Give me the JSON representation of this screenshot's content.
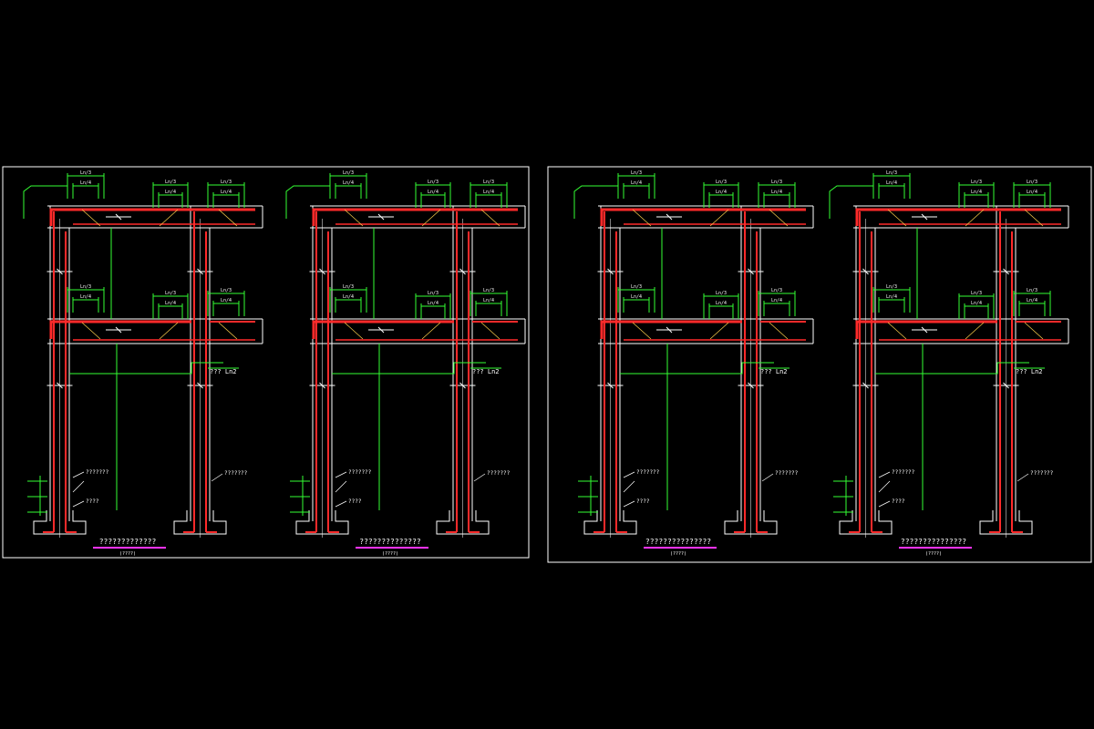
{
  "colors": {
    "background": "#000000",
    "frame": "#ffffff",
    "concrete": "#ffffff",
    "rebar": "#ff2a2a",
    "dimension": "#33ff33",
    "annotation": "#ffffff",
    "title_underline": "#ff33ff"
  },
  "sheets": [
    {
      "panels": [
        {
          "dims_top_left": [
            "Ln/3",
            "Ln/4"
          ],
          "dims_top_right_a": [
            "Ln/3",
            "Ln/4"
          ],
          "dims_top_right_b": [
            "Ln/3",
            "Ln/4"
          ],
          "dims_mid_left": [
            "Ln/3",
            "Ln/4"
          ],
          "dims_mid_right_a": [
            "Ln/3",
            "Ln/4"
          ],
          "dims_mid_right_b": [
            "Ln/3",
            "Ln/4"
          ],
          "side_label": "??? Ln2",
          "leader_a": "???????",
          "leader_b": "????",
          "title": "?????????????",
          "subtitle": "(????)"
        },
        {
          "dims_top_left": [
            "Ln/3",
            "Ln/4"
          ],
          "dims_top_right_a": [
            "Ln/3",
            "Ln/4"
          ],
          "dims_top_right_b": [
            "Ln/3",
            "Ln/4"
          ],
          "dims_mid_left": [
            "Ln/3",
            "Ln/4"
          ],
          "dims_mid_right_a": [
            "Ln/3",
            "Ln/4"
          ],
          "dims_mid_right_b": [
            "Ln/3",
            "Ln/4"
          ],
          "side_label": "??? Ln2",
          "leader_a": "???????",
          "leader_b": "????",
          "title": "??????????????",
          "subtitle": "(????)"
        }
      ]
    },
    {
      "panels": [
        {
          "dims_top_left": [
            "Ln/3",
            "Ln/4"
          ],
          "dims_top_right_a": [
            "Ln/3",
            "Ln/4"
          ],
          "dims_top_right_b": [
            "Ln/3",
            "Ln/4"
          ],
          "dims_mid_left": [
            "Ln/3",
            "Ln/4"
          ],
          "dims_mid_right_a": [
            "Ln/3",
            "Ln/4"
          ],
          "dims_mid_right_b": [
            "Ln/3",
            "Ln/4"
          ],
          "side_label": "??? Ln2",
          "leader_a": "???????",
          "leader_b": "????",
          "title": "???????????????",
          "subtitle": "(????)"
        },
        {
          "dims_top_left": [
            "Ln/3",
            "Ln/4"
          ],
          "dims_top_right_a": [
            "Ln/3",
            "Ln/4"
          ],
          "dims_top_right_b": [
            "Ln/3",
            "Ln/4"
          ],
          "dims_mid_left": [
            "Ln/3",
            "Ln/4"
          ],
          "dims_mid_right_a": [
            "Ln/3",
            "Ln/4"
          ],
          "dims_mid_right_b": [
            "Ln/3",
            "Ln/4"
          ],
          "side_label": "??? Ln2",
          "leader_a": "???????",
          "leader_b": "????",
          "title": "???????????????",
          "subtitle": "(????)"
        }
      ]
    }
  ]
}
